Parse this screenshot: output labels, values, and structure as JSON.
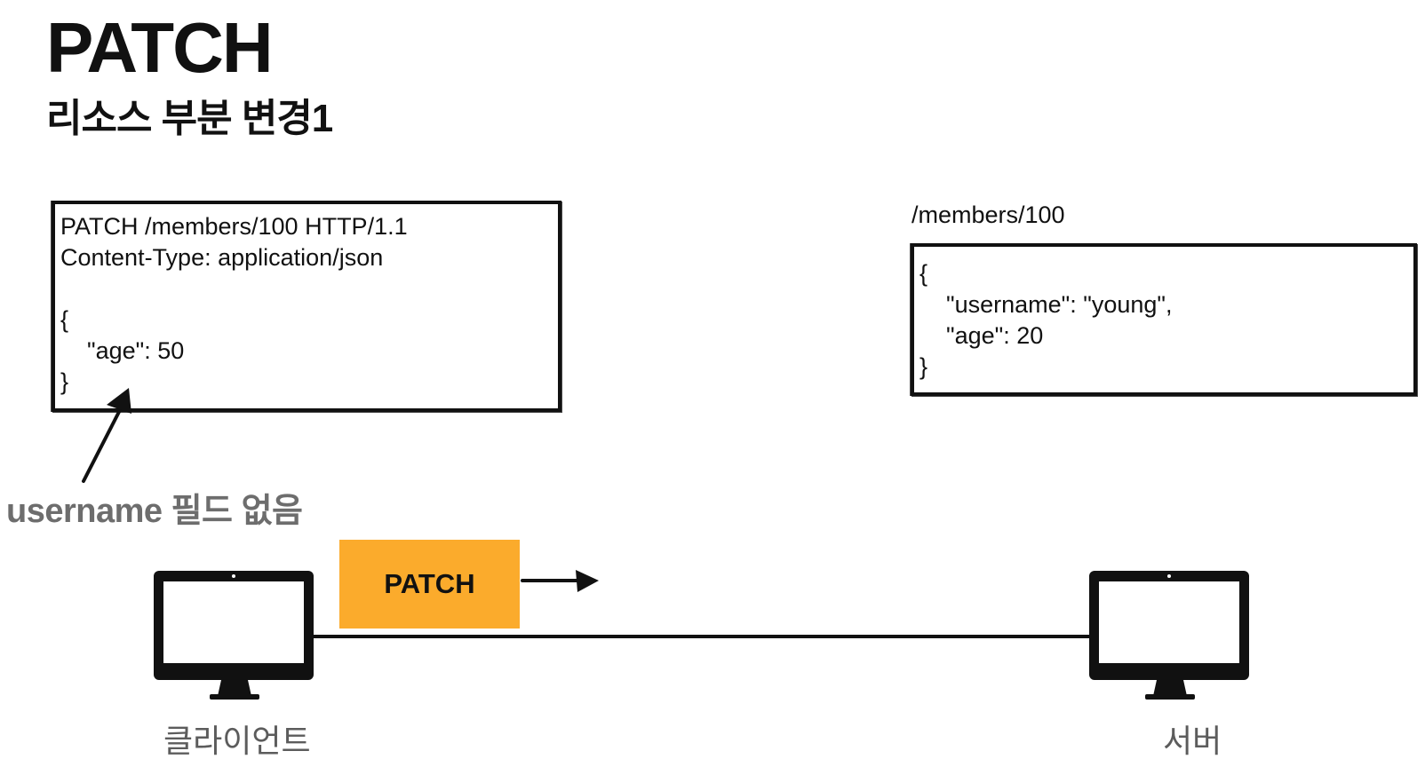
{
  "slide": {
    "title": "PATCH",
    "subtitle": "리소스 부분 변경1"
  },
  "request": {
    "code": "PATCH /members/100 HTTP/1.1\nContent-Type: application/json\n\n{\n    \"age\": 50\n}"
  },
  "annotation": {
    "text": "username 필드 없음"
  },
  "resource": {
    "path": "/members/100",
    "code": "{\n    \"username\": \"young\",\n    \"age\": 20\n}"
  },
  "message": {
    "method": "PATCH",
    "badge_color": "#fbab2c"
  },
  "client": {
    "label": "클라이언트",
    "icon": "monitor-icon"
  },
  "server": {
    "label": "서버",
    "icon": "monitor-icon"
  }
}
